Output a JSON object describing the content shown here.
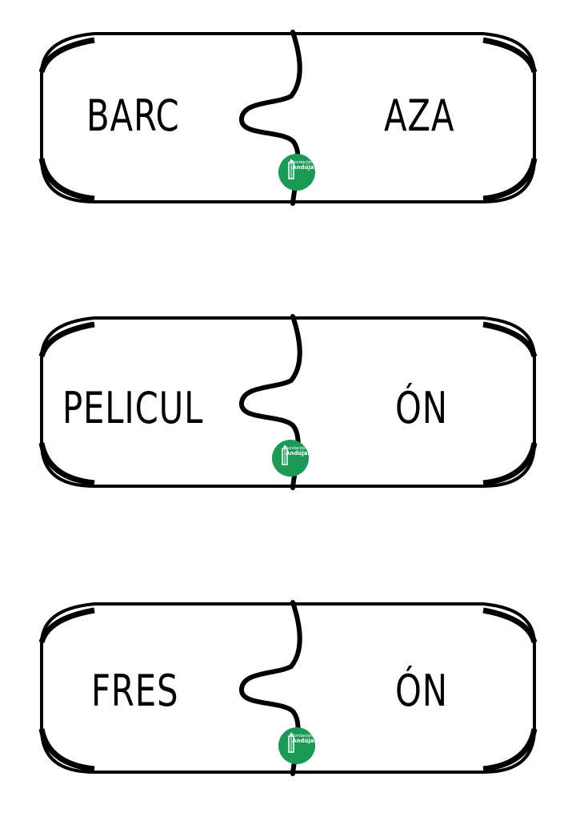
{
  "brand": {
    "logo_line1": "Fundación",
    "logo_line2": "Andújar",
    "logo_color": "#1a9a56"
  },
  "puzzles": [
    {
      "left": "BARC",
      "right": "AZA"
    },
    {
      "left": "PELICUL",
      "right": "ÓN"
    },
    {
      "left": "FRES",
      "right": "ÓN"
    }
  ]
}
